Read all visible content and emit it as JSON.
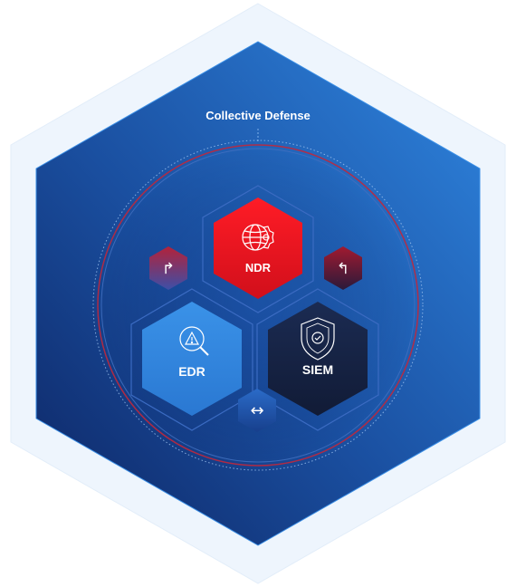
{
  "diagram": {
    "title": "Collective Defense",
    "nodes": [
      {
        "id": "ndr",
        "label": "NDR",
        "icon": "globe-gear-icon",
        "color": "#e3141f"
      },
      {
        "id": "edr",
        "label": "EDR",
        "icon": "alert-magnifier-icon",
        "color": "#2a7fd8"
      },
      {
        "id": "siem",
        "label": "SIEM",
        "icon": "shield-check-icon",
        "color": "#152345"
      }
    ],
    "connectors": [
      {
        "id": "edr-to-ndr",
        "icon": "arrow-turn-right-icon",
        "glyph": "↱"
      },
      {
        "id": "siem-to-ndr",
        "icon": "arrow-turn-left-icon",
        "glyph": "↰"
      },
      {
        "id": "edr-siem",
        "icon": "double-arrow-icon",
        "glyph": "↔"
      }
    ],
    "colors": {
      "outer_halo": "#eef5fd",
      "background_start": "#2f86e0",
      "background_end": "#0f2b6e",
      "ring_accent": "#c0283c"
    }
  }
}
